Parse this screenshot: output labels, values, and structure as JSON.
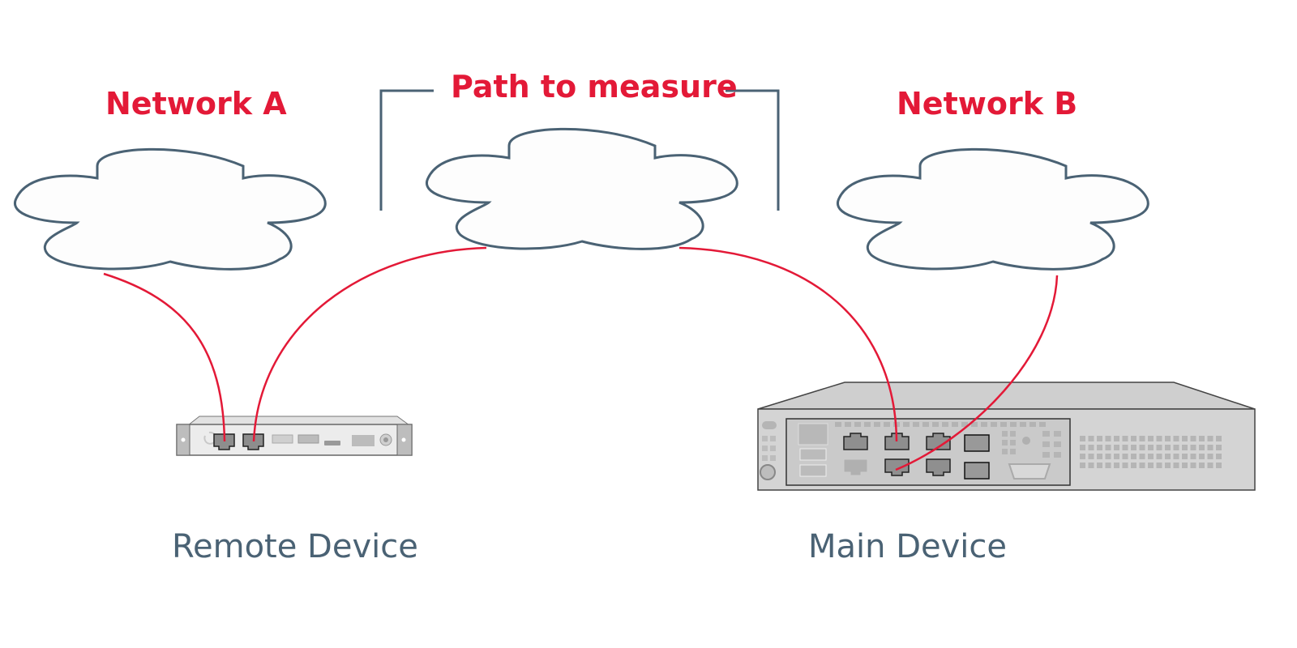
{
  "labels": {
    "network_a": "Network A",
    "network_b": "Network B",
    "path": "Path to measure",
    "remote_device": "Remote Device",
    "main_device": "Main Device"
  },
  "nodes": [
    {
      "id": "network-a",
      "type": "cloud",
      "label": "Network A"
    },
    {
      "id": "internet",
      "type": "cloud",
      "label": "Path to measure"
    },
    {
      "id": "network-b",
      "type": "cloud",
      "label": "Network B"
    },
    {
      "id": "remote-device",
      "type": "device",
      "label": "Remote Device"
    },
    {
      "id": "main-device",
      "type": "device",
      "label": "Main Device"
    }
  ],
  "edges": [
    {
      "from": "network-a",
      "to": "remote-device"
    },
    {
      "from": "remote-device",
      "to": "internet"
    },
    {
      "from": "internet",
      "to": "main-device"
    },
    {
      "from": "network-b",
      "to": "main-device"
    }
  ],
  "colors": {
    "accent": "#e31937",
    "outline": "#4a6274",
    "device_body": "#d6d6d6",
    "device_dark": "#3a3a3a"
  }
}
